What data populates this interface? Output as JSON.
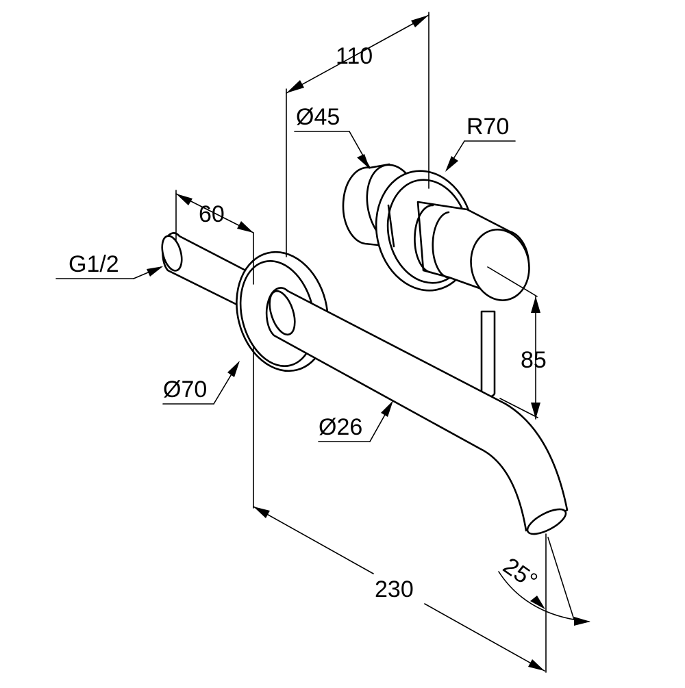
{
  "dimensions": {
    "d110": "110",
    "d45": "Ø45",
    "r70": "R70",
    "d60": "60",
    "g12": "G1/2",
    "d85": "85",
    "d70": "Ø70",
    "d26": "Ø26",
    "d230": "230",
    "a25": "25°"
  }
}
